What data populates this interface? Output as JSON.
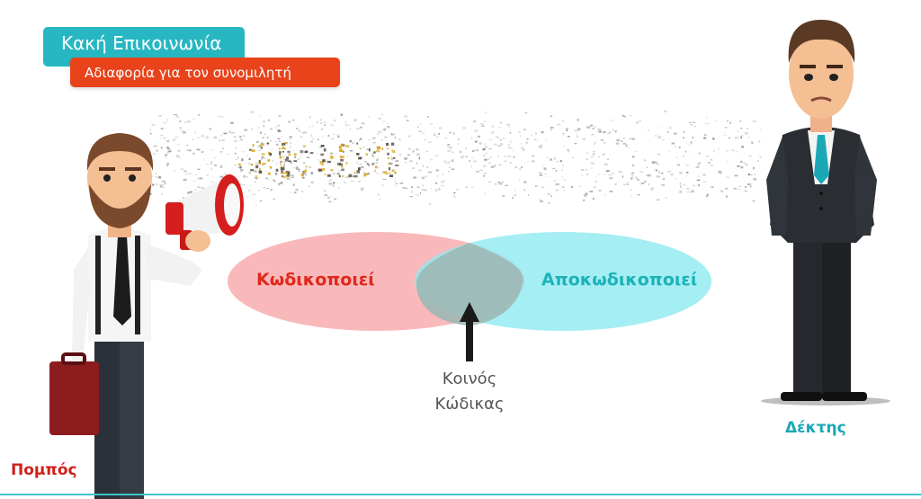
{
  "header": {
    "title": "Κακή Επικοινωνία",
    "subtitle": "Αδιαφορία για τον συνομιλητή"
  },
  "diagram": {
    "encode_label": "Κωδικοποιεί",
    "decode_label": "Αποκωδικοποιεί",
    "common_code_line1": "Κοινός",
    "common_code_line2": "Κώδικας",
    "sender_label": "Πομπός",
    "receiver_label": "Δέκτης"
  },
  "colors": {
    "teal": "#27b7c2",
    "orange_red": "#e8431b",
    "encode_ellipse": "#f7a7aa",
    "decode_ellipse": "#8feaf0",
    "sender_text": "#d0201a",
    "receiver_text": "#1aa8b7"
  }
}
